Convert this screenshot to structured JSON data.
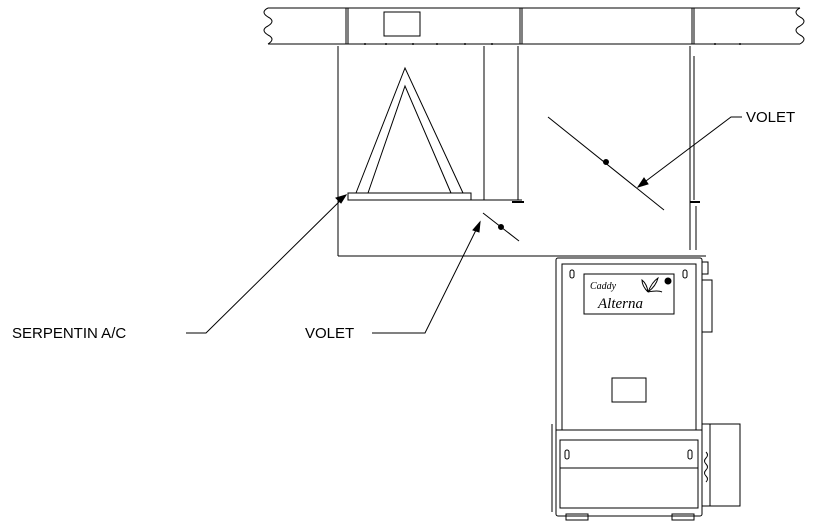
{
  "diagram": {
    "labels": {
      "coil": "SERPENTIN A/C",
      "damper_top": "VOLET",
      "damper_bottom": "VOLET"
    },
    "furnace_logo": {
      "brand": "Caddy",
      "model": "Alterna"
    },
    "colors": {
      "line": "#000000",
      "background": "#ffffff"
    }
  }
}
